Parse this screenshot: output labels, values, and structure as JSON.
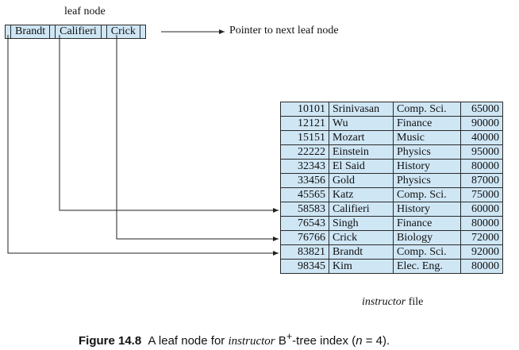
{
  "leaf": {
    "title": "leaf node",
    "keys": [
      "Brandt",
      "Califieri",
      "Crick"
    ],
    "pointer_label": "Pointer to next leaf node"
  },
  "file": {
    "rows": [
      [
        "10101",
        "Srinivasan",
        "Comp. Sci.",
        "65000"
      ],
      [
        "12121",
        "Wu",
        "Finance",
        "90000"
      ],
      [
        "15151",
        "Mozart",
        "Music",
        "40000"
      ],
      [
        "22222",
        "Einstein",
        "Physics",
        "95000"
      ],
      [
        "32343",
        "El Said",
        "History",
        "80000"
      ],
      [
        "33456",
        "Gold",
        "Physics",
        "87000"
      ],
      [
        "45565",
        "Katz",
        "Comp. Sci.",
        "75000"
      ],
      [
        "58583",
        "Califieri",
        "History",
        "60000"
      ],
      [
        "76543",
        "Singh",
        "Finance",
        "80000"
      ],
      [
        "76766",
        "Crick",
        "Biology",
        "72000"
      ],
      [
        "83821",
        "Brandt",
        "Comp. Sci.",
        "92000"
      ],
      [
        "98345",
        "Kim",
        "Elec. Eng.",
        "80000"
      ]
    ],
    "caption_italic": "instructor",
    "caption_rest": " file"
  },
  "figure": {
    "number": "Figure 14.8",
    "text_a": "A leaf node for",
    "text_italic": "instructor",
    "text_b": "B",
    "text_sup": "+",
    "text_c": "-tree index (",
    "text_n": "n",
    "text_d": " = 4)."
  }
}
